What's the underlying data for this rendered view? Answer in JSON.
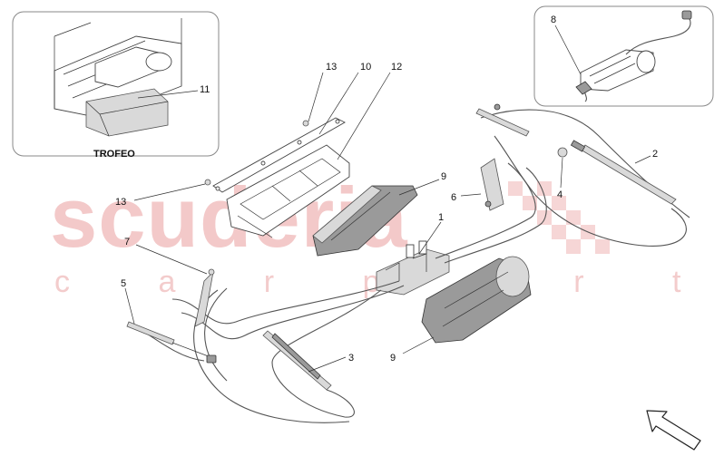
{
  "watermark": {
    "brand": "scuderia",
    "subtitle": "c a r p a r t s"
  },
  "insets": {
    "trofeo": {
      "label": "TROFEO",
      "callouts": [
        "11"
      ]
    },
    "wiring": {
      "callouts": [
        "8"
      ]
    }
  },
  "callouts": {
    "c1": "1",
    "c2": "2",
    "c3": "3",
    "c4": "4",
    "c5": "5",
    "c6": "6",
    "c7": "7",
    "c9a": "9",
    "c9b": "9",
    "c10": "10",
    "c12": "12",
    "c13a": "13",
    "c13b": "13"
  },
  "icons": [
    "direction-arrow-icon"
  ]
}
